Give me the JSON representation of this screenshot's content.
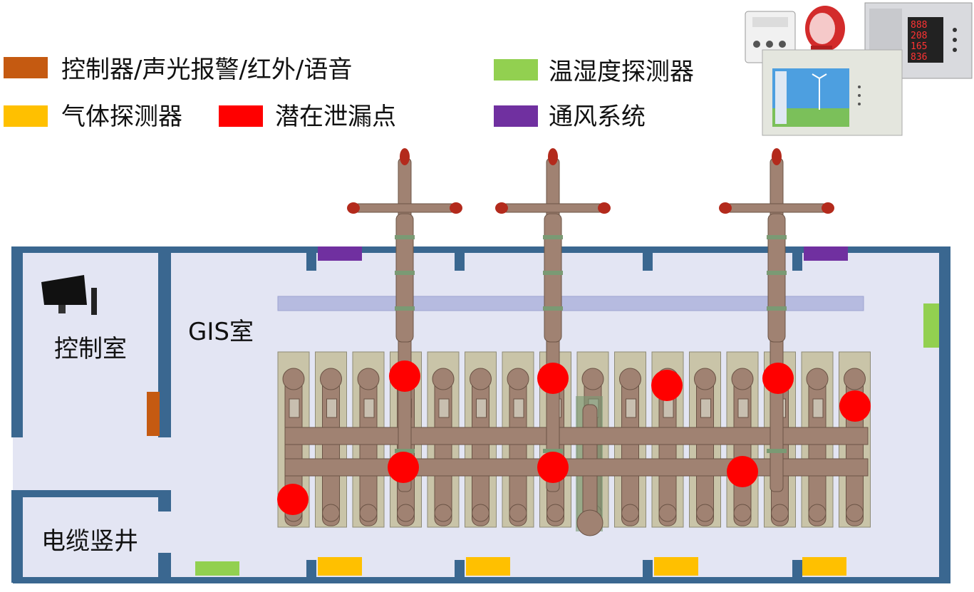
{
  "legend": {
    "controller": {
      "label": "控制器/声光报警/红外/语音",
      "color": "#c55a11"
    },
    "temp_humidity": {
      "label": "温湿度探测器",
      "color": "#92d050"
    },
    "gas": {
      "label": "气体探测器",
      "color": "#ffc000"
    },
    "leak": {
      "label": "潜在泄漏点",
      "color": "#ff0000"
    },
    "ventilation": {
      "label": "通风系统",
      "color": "#7030a0"
    }
  },
  "rooms": {
    "control_room": "控制室",
    "gis_room": "GIS室",
    "cable_shaft": "电缆竖井"
  },
  "colors": {
    "floor": "#e3e5f3",
    "wall": "#3a6790",
    "gis_body": "#a08272",
    "busbar": "#b6bbe0"
  },
  "icons": {
    "control_terminal": "monitor-icon",
    "contactor": "contactor-icon",
    "fan": "axial-fan-icon",
    "panel": "alarm-panel-icon",
    "display": "touchscreen-controller-icon"
  }
}
